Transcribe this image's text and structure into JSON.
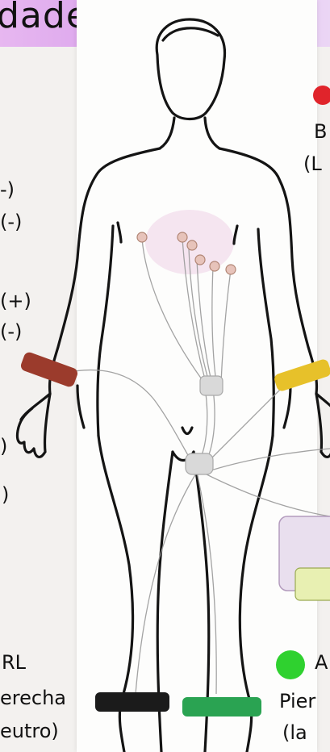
{
  "banner": {
    "title": "dades"
  },
  "left_notes": {
    "n1": "-)",
    "n2": "(-)",
    "n3": "(+)",
    "n4": "(-)",
    "n5": ")",
    "n6": ")"
  },
  "right_top": {
    "line1": "B",
    "line2": "(L",
    "dot_color": "#e0242b"
  },
  "bottom_left": {
    "line1": "RL",
    "line2": "erecha",
    "line3": "eutro)"
  },
  "bottom_right": {
    "line1": "A",
    "line2": "Pier",
    "line3": "(la",
    "dot_color": "#2fd12f"
  },
  "bands": {
    "right_arm": "#9b3b2c",
    "left_arm": "#e7c12a",
    "right_leg": "#1b1b1b",
    "left_leg": "#2aa352"
  }
}
